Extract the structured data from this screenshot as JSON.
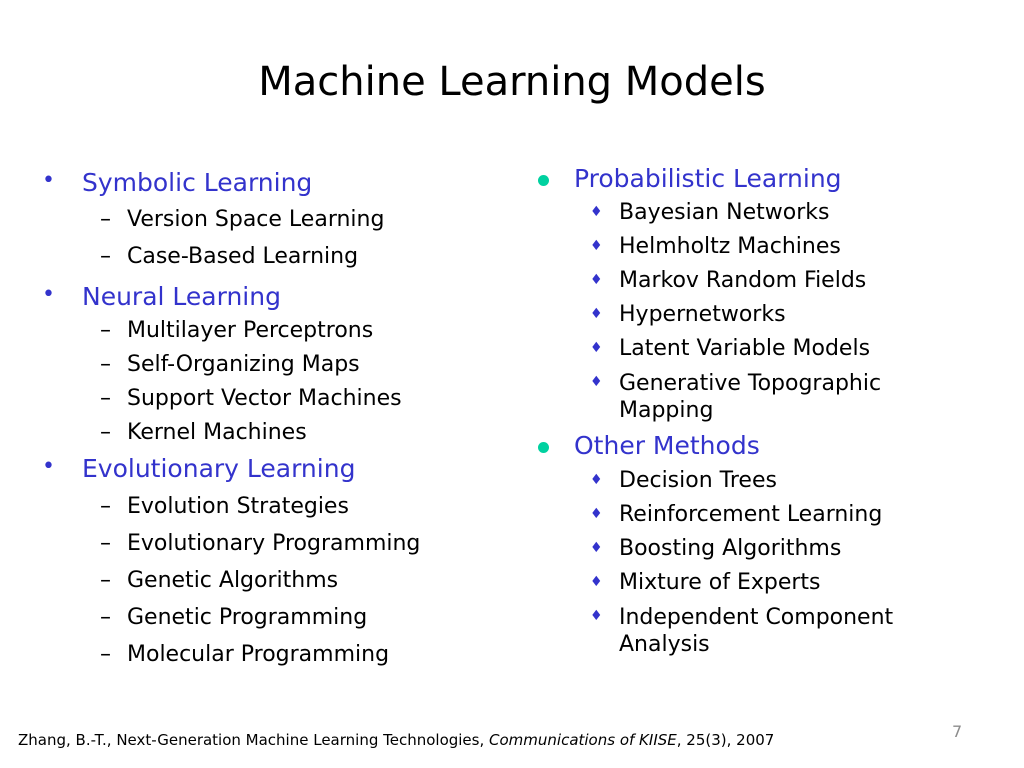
{
  "title": "Machine Learning Models",
  "left": {
    "symbolic": {
      "label": "Symbolic Learning",
      "items": [
        "Version Space Learning",
        "Case-Based Learning"
      ]
    },
    "neural": {
      "label": "Neural Learning",
      "items": [
        "Multilayer Perceptrons",
        "Self-Organizing Maps",
        "Support Vector Machines",
        "Kernel Machines"
      ]
    },
    "evolutionary": {
      "label": "Evolutionary Learning",
      "items": [
        "Evolution Strategies",
        "Evolutionary Programming",
        "Genetic Algorithms",
        "Genetic Programming",
        "Molecular Programming"
      ]
    }
  },
  "right": {
    "probabilistic": {
      "label": "Probabilistic Learning",
      "items": [
        "Bayesian Networks",
        "Helmholtz Machines",
        "Markov Random Fields",
        "Hypernetworks",
        "Latent Variable Models",
        "Generative Topographic Mapping"
      ]
    },
    "other": {
      "label": "Other Methods",
      "items": [
        "Decision Trees",
        "Reinforcement Learning",
        "Boosting Algorithms",
        "Mixture of Experts",
        "Independent Component Analysis"
      ]
    }
  },
  "footer": {
    "prefix": "Zhang, B.-T., Next-Generation Machine Learning Technologies, ",
    "journal": "Communications of KIISE",
    "suffix": ", 25(3), 2007"
  },
  "page_number": "7",
  "markers": {
    "bullet": "•",
    "dash": "–",
    "diamond": "♦"
  },
  "colors": {
    "heading": "#3333cc",
    "teal_bullet": "#00d1a0",
    "page_number": "#8c8c8c"
  }
}
